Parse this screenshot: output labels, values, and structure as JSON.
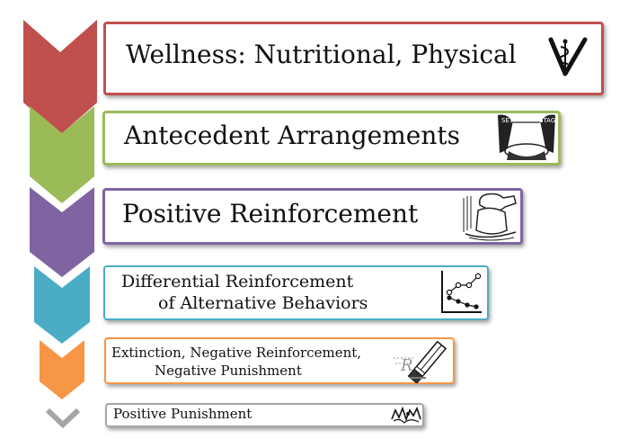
{
  "colors": {
    "tier1": "#c0504d",
    "tier2": "#9bbb59",
    "tier3": "#8064a2",
    "tier4": "#4bacc6",
    "tier5": "#f79646",
    "tier6": "#a5a5a5"
  },
  "tiers": [
    {
      "lines": [
        "Wellness: Nutritional, Physical"
      ],
      "icon": "veterinary-caduceus-icon"
    },
    {
      "lines": [
        "Antecedent Arrangements"
      ],
      "icon": "set-the-stage-spotlight-icon"
    },
    {
      "lines": [
        "Positive Reinforcement"
      ],
      "icon": "hand-giving-treat-icon"
    },
    {
      "lines": [
        "Differential Reinforcement",
        "of Alternative Behaviors"
      ],
      "icon": "line-graph-icon"
    },
    {
      "lines": [
        "Extinction, Negative Reinforcement,",
        "Negative Punishment"
      ],
      "icon": "pencil-eraser-icon"
    },
    {
      "lines": [
        "Positive Punishment"
      ],
      "icon": "warning-scribble-icon"
    }
  ]
}
